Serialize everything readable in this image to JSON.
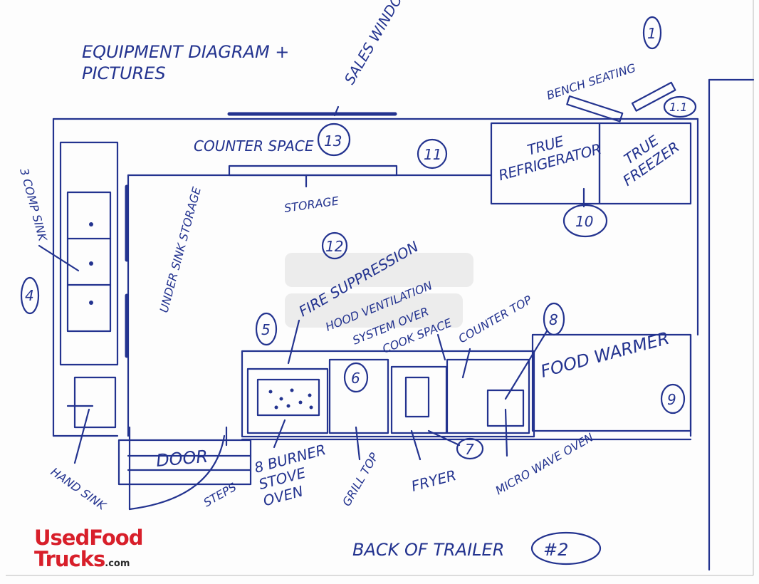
{
  "title": "EQUIPMENT DIAGRAM + PICTURES",
  "labels": {
    "sales_window": "SALES WINDOW",
    "bench_seating": "BENCH SEATING",
    "n1": "1",
    "n1_1": "1.1",
    "counter_space": "COUNTER SPACE",
    "n13": "13",
    "n11": "11",
    "true_refrigerator": "TRUE REFRIGERATOR",
    "true_freezer": "TRUE FREEZER",
    "n10": "10",
    "storage": "STORAGE",
    "three_comp_sink": "3 COMP SINK",
    "n4": "4",
    "under_sink_storage": "UNDER SINK STORAGE",
    "n12": "12",
    "fire_suppression": "FIRE SUPPRESSION",
    "hood_ventilation": "HOOD VENTILATION",
    "system_over": "SYSTEM OVER",
    "cook_space": "COOK SPACE",
    "counter_top": "COUNTER TOP",
    "n8": "8",
    "n5": "5",
    "n6": "6",
    "food_warmer": "FOOD WARMER",
    "n9": "9",
    "door": "DOOR",
    "hand_sink": "HAND SINK",
    "steps": "STEPS",
    "burner_stove": "8 BURNER STOVE OVEN",
    "grill_top": "GRILL TOP",
    "fryer": "FRYER",
    "n7": "7",
    "microwave_oven": "MICRO WAVE OVEN",
    "back_of_trailer": "BACK OF TRAILER",
    "n2": "#2"
  },
  "logo": {
    "line1": "UsedFood",
    "line2": "Trucks",
    "suffix": ".com"
  },
  "watermark": "UsedFood Trucks.com",
  "colors": {
    "ink": "#23338f",
    "logo_red": "#d81f2a"
  }
}
